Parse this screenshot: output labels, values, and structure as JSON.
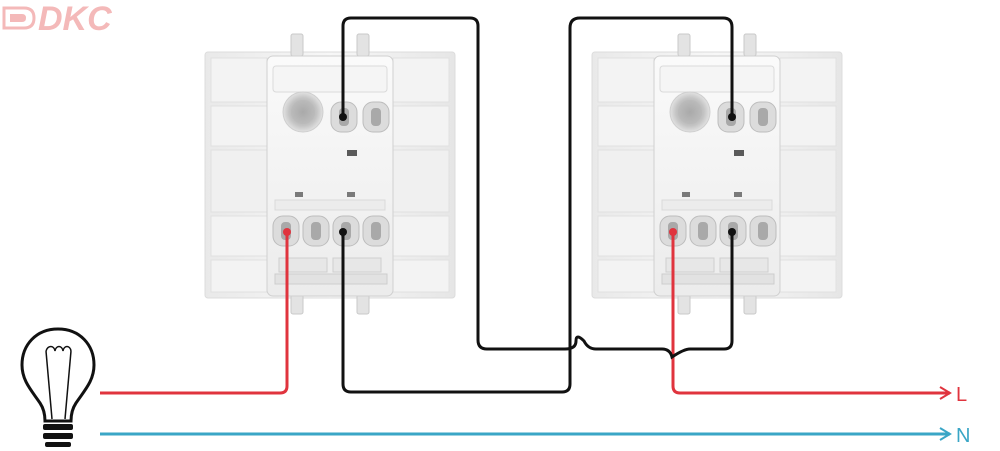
{
  "brand": {
    "logo_text": "DKC",
    "logo_color": "#f4b9b9"
  },
  "terminals": {
    "line_label": "L",
    "neutral_label": "N"
  },
  "colors": {
    "phase": "#e0343e",
    "neutral": "#3aa6c6",
    "switch_wire": "#111111",
    "device_body": "#f2f2f2",
    "device_edge": "#d6d6d6"
  },
  "icons": {
    "lamp": "light-bulb-icon",
    "logo": "dkc-logo-icon"
  },
  "devices": [
    {
      "name": "switch-left"
    },
    {
      "name": "switch-right"
    }
  ]
}
